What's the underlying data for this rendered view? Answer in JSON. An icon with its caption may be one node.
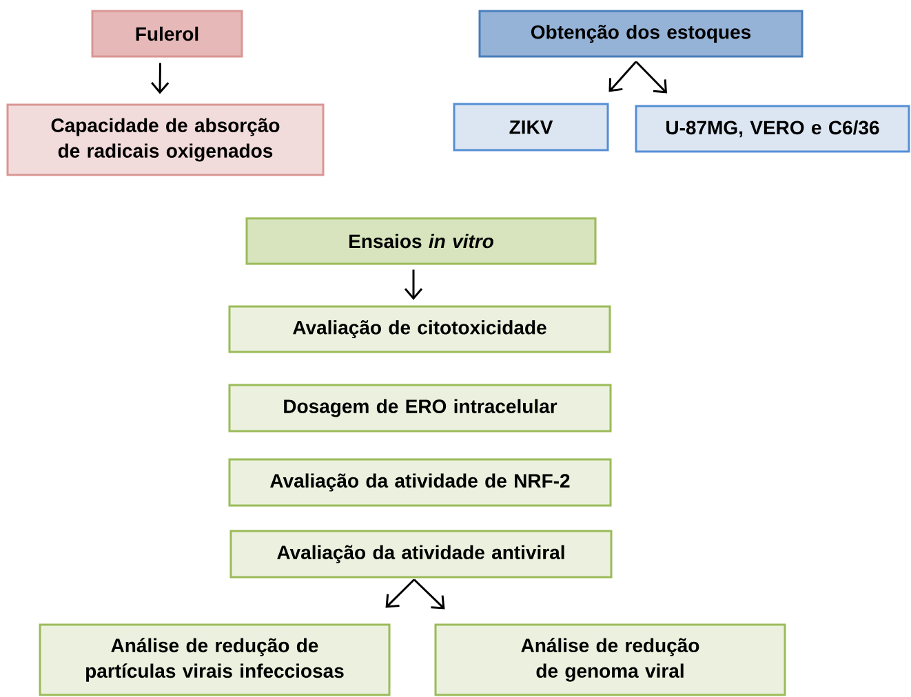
{
  "diagram": {
    "nodes": [
      {
        "text": [
          "Fulerol"
        ]
      },
      {
        "text": [
          "Capacidade de absorção de radicais oxigenados"
        ]
      },
      {
        "text": [
          "Obtenção dos estoques"
        ]
      },
      {
        "text": [
          "ZIKV"
        ]
      },
      {
        "text": [
          "U-87MG, VERO e C6/36"
        ]
      },
      {
        "text": [
          "Ensaios *in vitro*"
        ]
      },
      {
        "text": [
          "Avaliação de citotoxicidade"
        ]
      },
      {
        "text": [
          "Dosagem de ERO intracelular"
        ]
      },
      {
        "text": [
          "Avaliação da atividade de NRF-2"
        ]
      },
      {
        "text": [
          "Avaliação da atividade antiviral"
        ]
      },
      {
        "text": [
          "Análise de redução de partículas virais infecciosas"
        ]
      },
      {
        "text": [
          "Análise de redução de genoma viral"
        ]
      }
    ],
    "edges": [
      {
        "from": 0,
        "to": 1,
        "arrow": "to"
      },
      {
        "from": 2,
        "to": 3,
        "arrow": "to"
      },
      {
        "from": 2,
        "to": 4,
        "arrow": "to"
      },
      {
        "from": 5,
        "to": 6,
        "arrow": "to"
      },
      {
        "from": 9,
        "to": 10,
        "arrow": "to"
      },
      {
        "from": 9,
        "to": 11,
        "arrow": "to"
      }
    ]
  }
}
